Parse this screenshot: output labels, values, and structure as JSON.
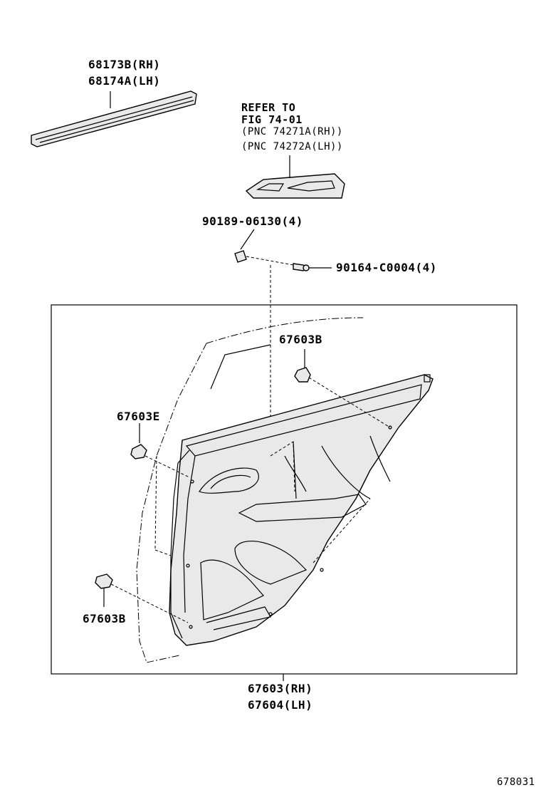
{
  "labels": {
    "moulding_rh": "68173B(RH)",
    "moulding_lh": "68174A(LH)",
    "refer_line1": "REFER TO",
    "refer_line2": "FIG 74-01",
    "refer_line3": "(PNC 74271A(RH))",
    "refer_line4": "(PNC 74272A(LH))",
    "nut_part": "90189-06130(4)",
    "screw_part": "90164-C0004(4)",
    "clip_top": "67603B",
    "clip_left": "67603E",
    "clip_bottom": "67603B",
    "board_rh": "67603(RH)",
    "board_lh": "67604(LH)",
    "figure_number": "678031"
  }
}
